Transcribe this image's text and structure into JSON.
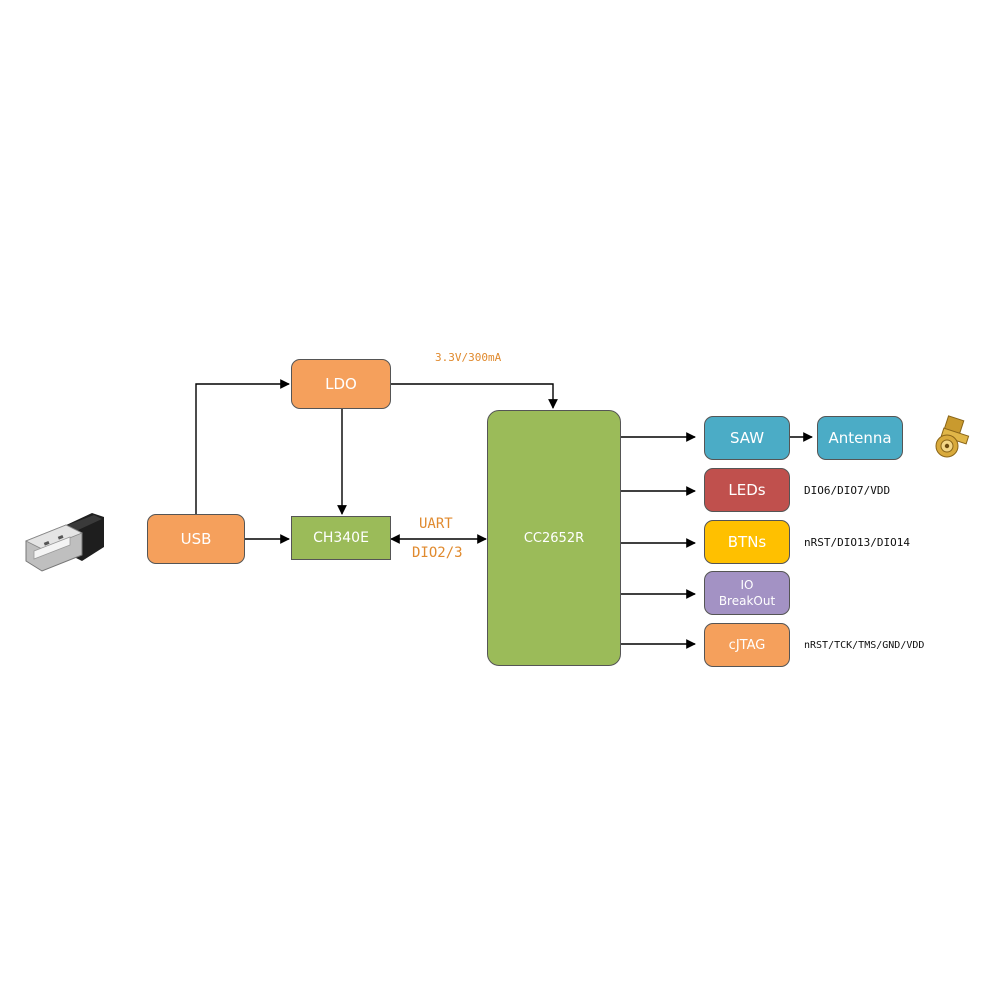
{
  "blocks": {
    "usb": "USB",
    "ldo": "LDO",
    "ch340e": "CH340E",
    "cc2652r": "CC2652R",
    "saw": "SAW",
    "antenna": "Antenna",
    "leds": "LEDs",
    "btns": "BTNs",
    "io_line1": "IO",
    "io_line2": "BreakOut",
    "cjtag": "cJTAG"
  },
  "labels": {
    "power": "3.3V/300mA",
    "uart": "UART",
    "dio23": "DIO2/3",
    "leds_pins": "DIO6/DIO7/VDD",
    "btns_pins": "nRST/DIO13/DIO14",
    "cjtag_pins": "nRST/TCK/TMS/GND/VDD"
  },
  "icons": {
    "left": "usb-connector-icon",
    "right": "sma-connector-icon"
  },
  "colors": {
    "orange": "#f5a05c",
    "green": "#9bbb59",
    "blue": "#4bacc6",
    "red": "#c0504d",
    "yellow": "#ffc000",
    "purple": "#a392c4",
    "label_orange": "#e08a2e"
  }
}
